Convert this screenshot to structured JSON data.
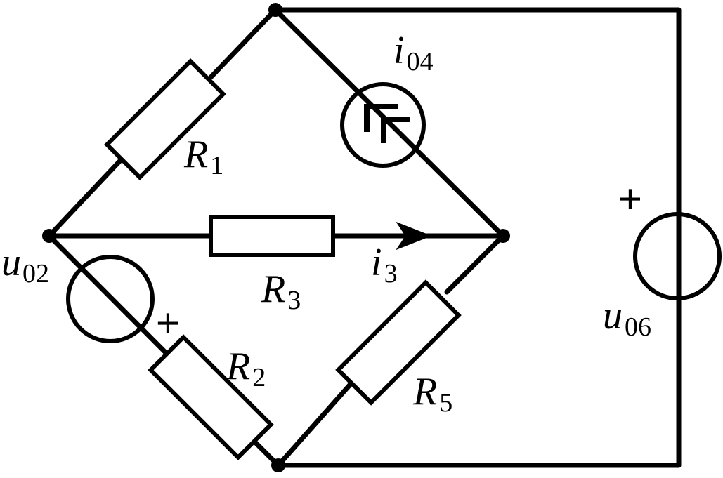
{
  "labels": {
    "R1": {
      "sym": "R",
      "sub": "1"
    },
    "R2": {
      "sym": "R",
      "sub": "2"
    },
    "R3": {
      "sym": "R",
      "sub": "3"
    },
    "R5": {
      "sym": "R",
      "sub": "5"
    },
    "i3": {
      "sym": "i",
      "sub": "3"
    },
    "i04": {
      "sym": "i",
      "sub": "04"
    },
    "u02": {
      "sym": "u",
      "sub": "02"
    },
    "u06": {
      "sym": "u",
      "sub": "06"
    }
  },
  "polarity": "+"
}
